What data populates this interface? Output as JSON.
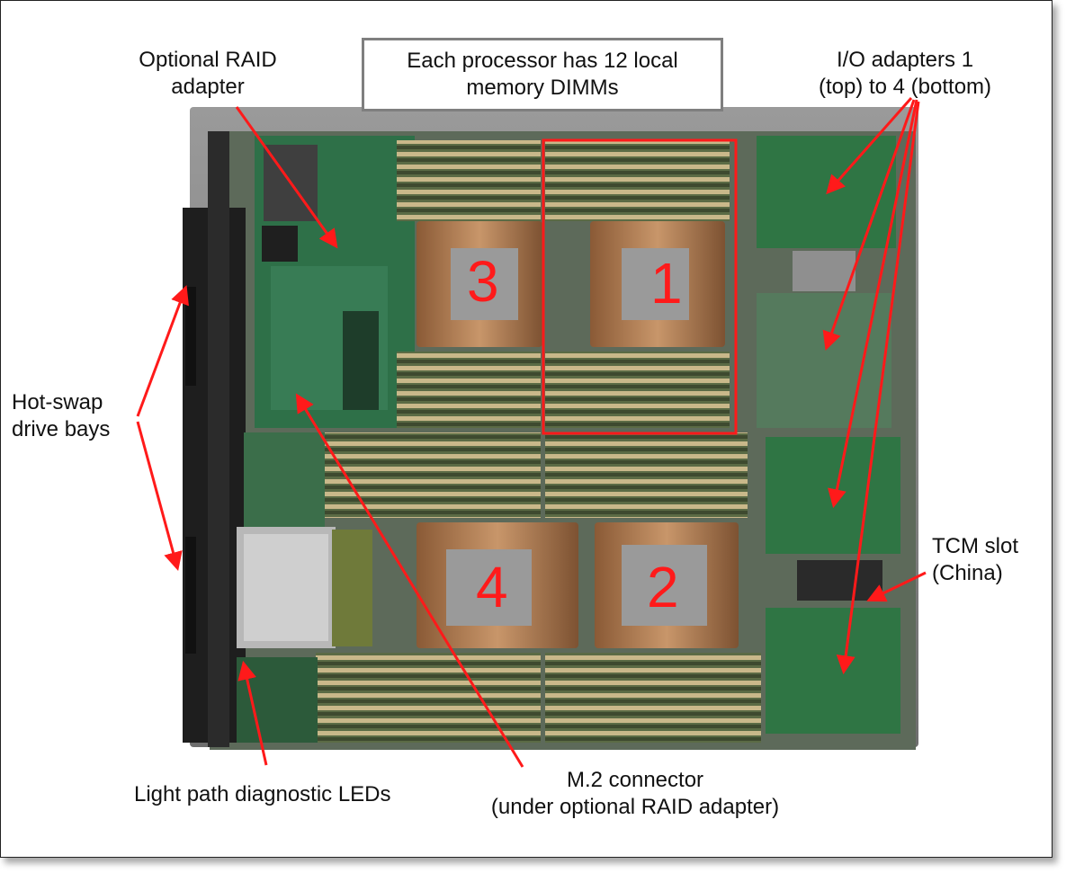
{
  "callout": {
    "text": "Each processor has 12 local\nmemory DIMMs"
  },
  "labels": {
    "raid": "Optional RAID\nadapter",
    "io": "I/O adapters 1\n(top) to 4 (bottom)",
    "hotswap": "Hot-swap\ndrive bays",
    "tcm": "TCM slot\n(China)",
    "lightpath": "Light path diagnostic LEDs",
    "m2": "M.2 connector\n(under optional RAID adapter)"
  },
  "processors": [
    "1",
    "2",
    "3",
    "4"
  ],
  "colors": {
    "arrow": "#ff1a1a",
    "highlight_box": "#ff1a1a",
    "pcb_green": "#2f6a3a",
    "heatsink_copper": "#b07a4f",
    "chassis": "#8a8a8a"
  }
}
